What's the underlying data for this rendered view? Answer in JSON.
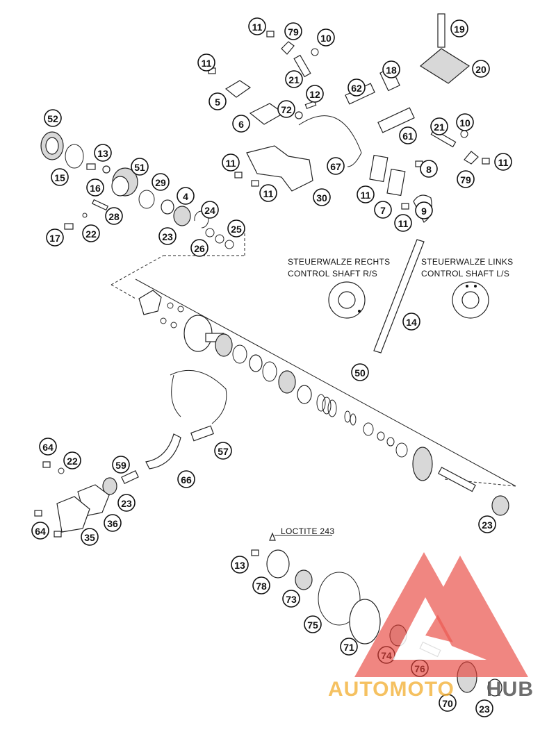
{
  "diagram": {
    "labels": {
      "control_shaft_rs_line1": "STEUERWALZE RECHTS",
      "control_shaft_rs_line2": "CONTROL SHAFT R/S",
      "control_shaft_ls_line1": "STEUERWALZE LINKS",
      "control_shaft_ls_line2": "CONTROL SHAFT L/S",
      "loctite": "LOCTITE 243"
    },
    "callouts": [
      "11",
      "79",
      "10",
      "19",
      "11",
      "21",
      "18",
      "20",
      "5",
      "12",
      "62",
      "72",
      "6",
      "21",
      "10",
      "61",
      "52",
      "13",
      "11",
      "67",
      "79",
      "11",
      "51",
      "15",
      "16",
      "29",
      "11",
      "8",
      "11",
      "30",
      "4",
      "7",
      "11",
      "9",
      "28",
      "24",
      "17",
      "22",
      "23",
      "25",
      "26",
      "14",
      "50",
      "57",
      "64",
      "22",
      "59",
      "66",
      "23",
      "64",
      "36",
      "35",
      "23",
      "13",
      "78",
      "73",
      "75",
      "71",
      "74",
      "76",
      "70",
      "23"
    ],
    "watermark": {
      "brand_part1": "AUTOMOTO",
      "brand_part2": "HUB",
      "color_red": "#e8423a",
      "color_orange": "#f2b23a",
      "color_gray": "#555555"
    }
  }
}
